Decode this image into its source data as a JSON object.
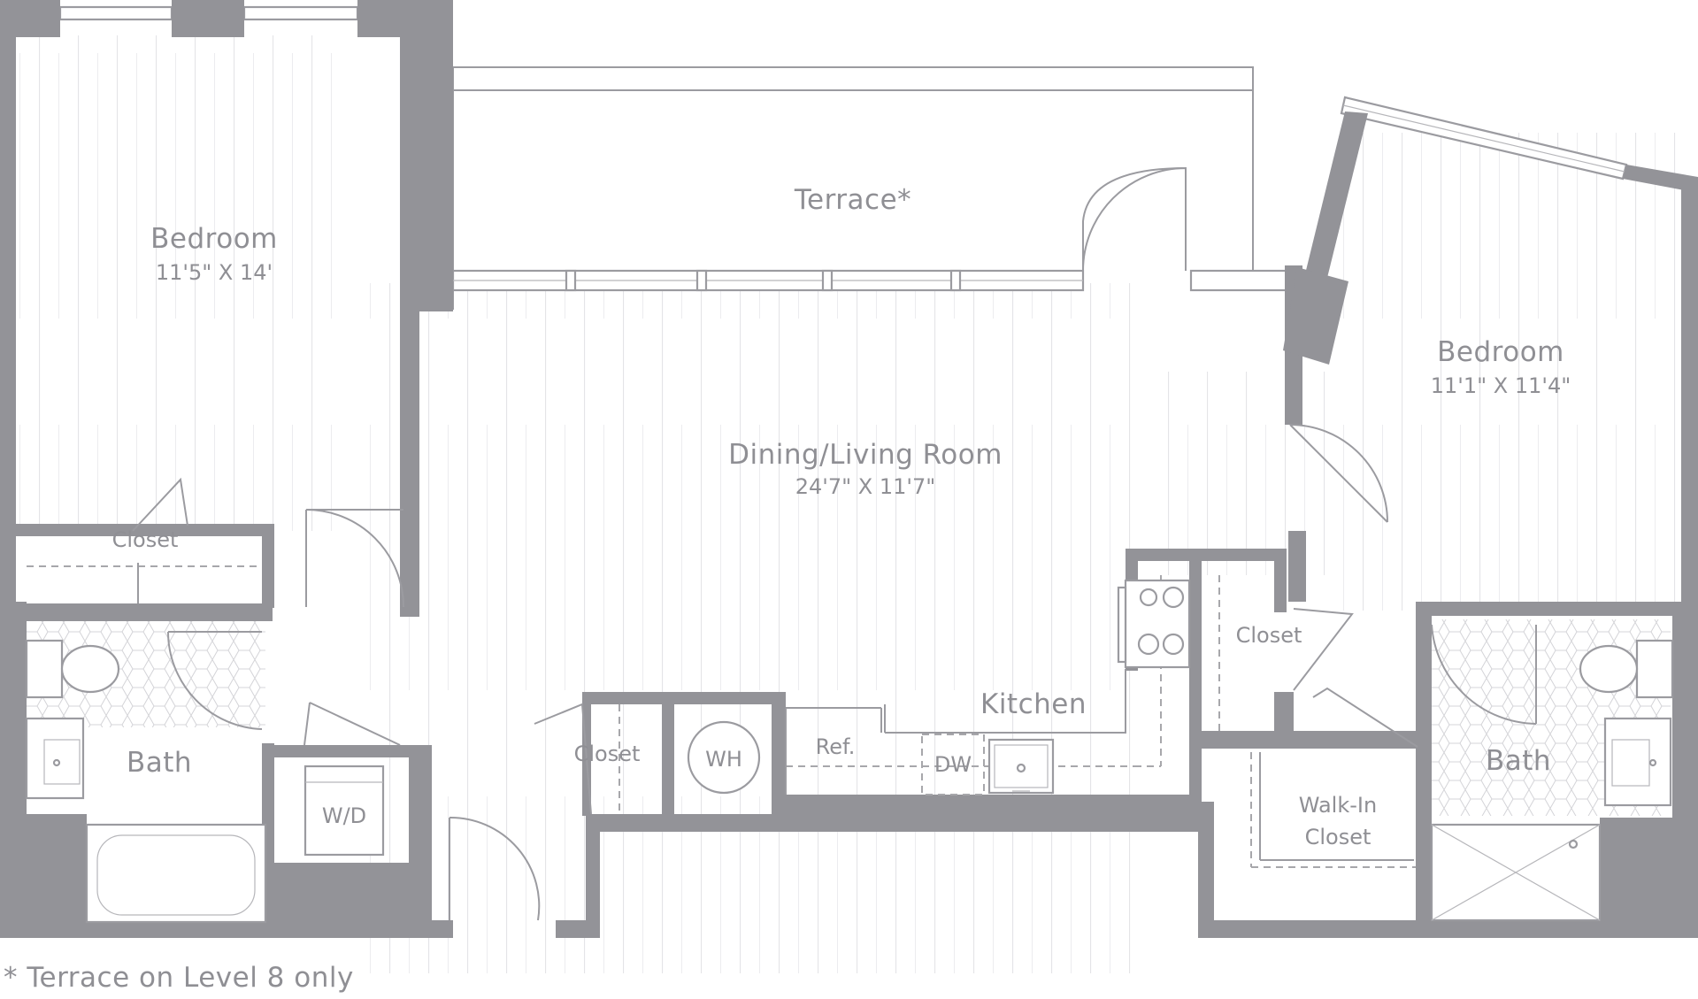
{
  "rooms": {
    "terrace": {
      "name": "Terrace*"
    },
    "bedroom_left": {
      "name": "Bedroom",
      "dims": "11'5\" X 14'"
    },
    "living": {
      "name": "Dining/Living Room",
      "dims": "24'7\" X 11'7\""
    },
    "bedroom_right": {
      "name": "Bedroom",
      "dims": "11'1\" X 11'4\""
    },
    "kitchen": {
      "name": "Kitchen"
    },
    "bath_left": {
      "name": "Bath"
    },
    "bath_right": {
      "name": "Bath"
    },
    "closet_left": {
      "name": "Closet"
    },
    "closet_center": {
      "name": "Closet"
    },
    "closet_right": {
      "name": "Closet"
    },
    "walkin": {
      "name_line1": "Walk-In",
      "name_line2": "Closet"
    }
  },
  "fixtures": {
    "water_heater": "WH",
    "refrigerator": "Ref.",
    "dishwasher": "DW",
    "washer_dryer": "W/D"
  },
  "footnote": "* Terrace on Level 8 only",
  "colors": {
    "wall": "#939398",
    "line": "#9b9ba0",
    "text": "#8f8f94"
  }
}
